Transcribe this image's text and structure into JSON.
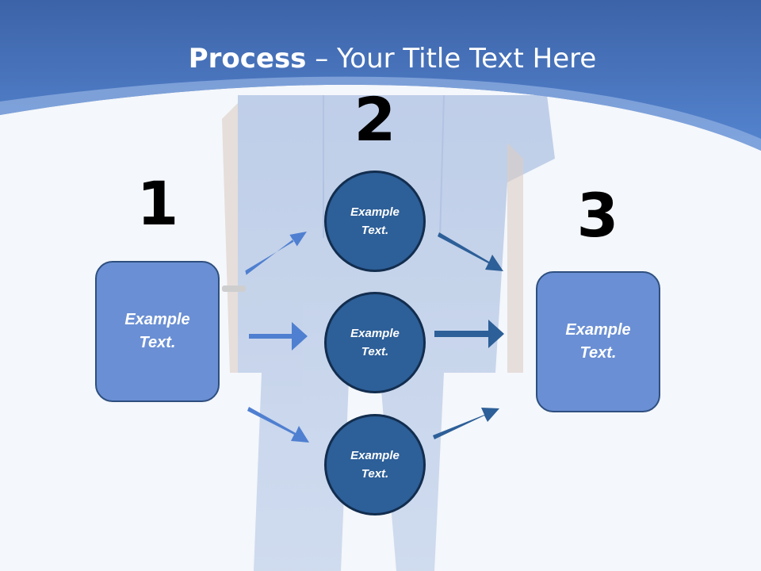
{
  "title": {
    "bold": "Process",
    "rest": " – Your Title Text Here"
  },
  "steps": {
    "one": {
      "number": "1",
      "text": "Example Text."
    },
    "two": {
      "number": "2",
      "items": [
        {
          "text": "Example Text."
        },
        {
          "text": "Example Text."
        },
        {
          "text": "Example Text."
        }
      ]
    },
    "three": {
      "number": "3",
      "text": "Example Text."
    }
  },
  "colors": {
    "header_blue": "#4a78c4",
    "box_fill": "#6a8fd4",
    "circle_fill": "#2d5f98",
    "arrow_left": "#4f7fd0",
    "arrow_right": "#2d5f98"
  }
}
